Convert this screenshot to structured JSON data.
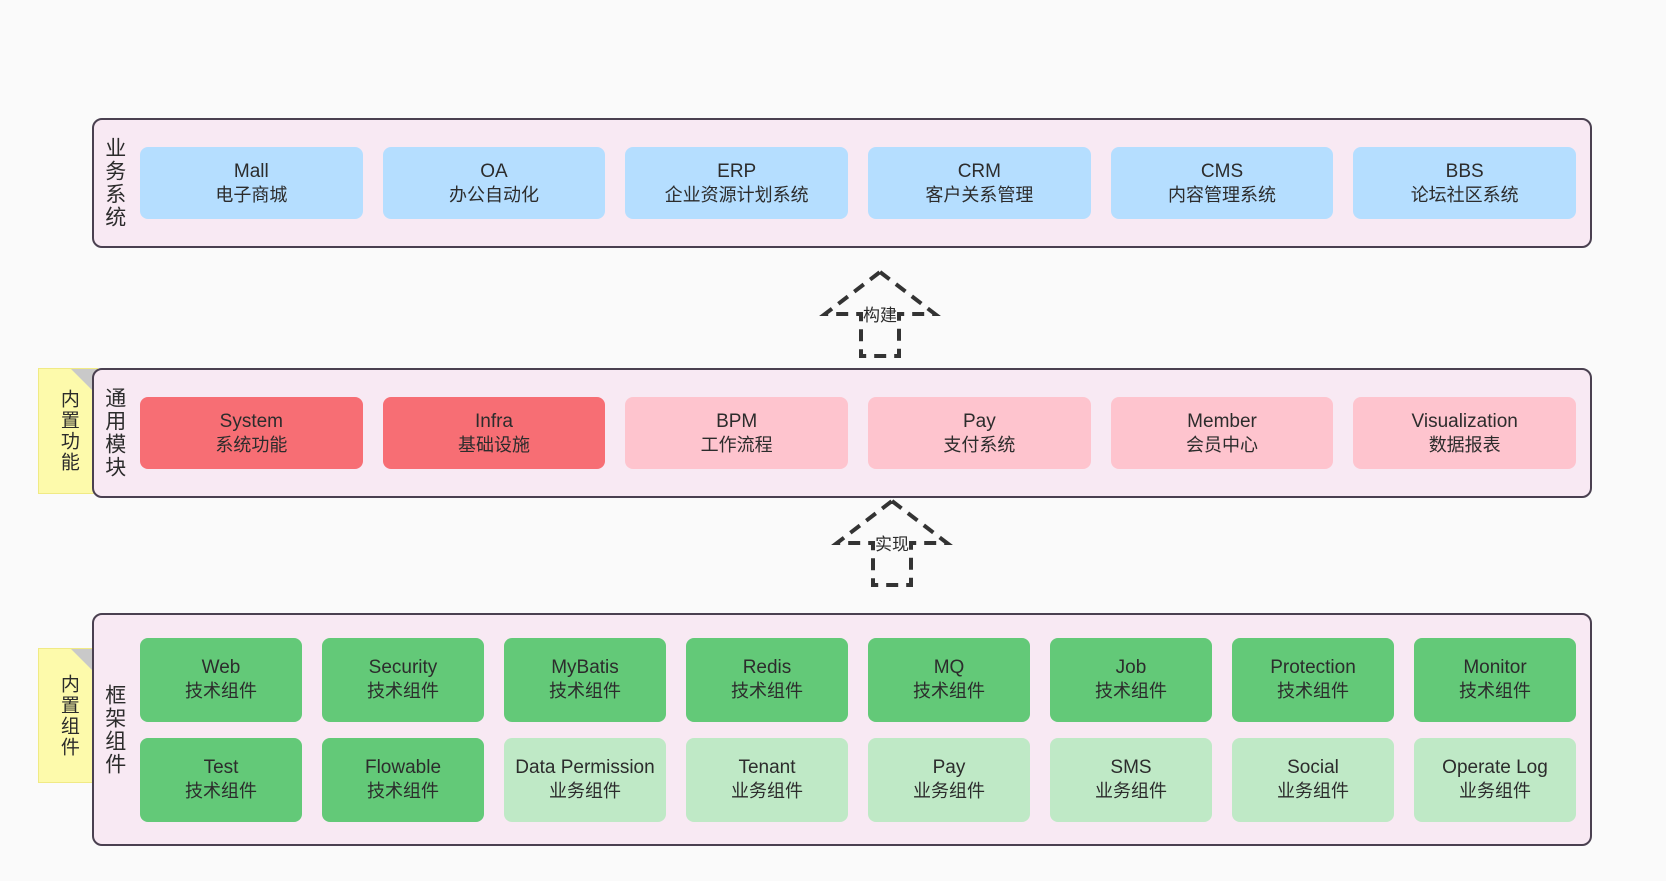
{
  "diagram": {
    "background_color": "#fafafa",
    "layer_fill": "#f8e9f3",
    "layer_border": "#4a4050",
    "sticky_color": "#fdfaab"
  },
  "layers": [
    {
      "id": "business",
      "label": "业务系统",
      "rows": [
        {
          "cards": [
            {
              "title": "Mall",
              "subtitle": "电子商城",
              "color": "#b5deff",
              "style": "blue"
            },
            {
              "title": "OA",
              "subtitle": "办公自动化",
              "color": "#b5deff",
              "style": "blue"
            },
            {
              "title": "ERP",
              "subtitle": "企业资源计划系统",
              "color": "#b5deff",
              "style": "blue"
            },
            {
              "title": "CRM",
              "subtitle": "客户关系管理",
              "color": "#b5deff",
              "style": "blue"
            },
            {
              "title": "CMS",
              "subtitle": "内容管理系统",
              "color": "#b5deff",
              "style": "blue"
            },
            {
              "title": "BBS",
              "subtitle": "论坛社区系统",
              "color": "#b5deff",
              "style": "blue"
            }
          ]
        }
      ]
    },
    {
      "id": "modules",
      "label": "通用模块",
      "sticky": "内置功能",
      "rows": [
        {
          "cards": [
            {
              "title": "System",
              "subtitle": "系统功能",
              "color": "#f76e74",
              "style": "red"
            },
            {
              "title": "Infra",
              "subtitle": "基础设施",
              "color": "#f76e74",
              "style": "red"
            },
            {
              "title": "BPM",
              "subtitle": "工作流程",
              "color": "#fec4ce",
              "style": "pink"
            },
            {
              "title": "Pay",
              "subtitle": "支付系统",
              "color": "#fec4ce",
              "style": "pink"
            },
            {
              "title": "Member",
              "subtitle": "会员中心",
              "color": "#fec4ce",
              "style": "pink"
            },
            {
              "title": "Visualization",
              "subtitle": "数据报表",
              "color": "#fec4ce",
              "style": "pink"
            }
          ]
        }
      ]
    },
    {
      "id": "framework",
      "label": "框架组件",
      "sticky": "内置组件",
      "rows": [
        {
          "cards": [
            {
              "title": "Web",
              "subtitle": "技术组件",
              "color": "#63c978",
              "style": "green"
            },
            {
              "title": "Security",
              "subtitle": "技术组件",
              "color": "#63c978",
              "style": "green"
            },
            {
              "title": "MyBatis",
              "subtitle": "技术组件",
              "color": "#63c978",
              "style": "green"
            },
            {
              "title": "Redis",
              "subtitle": "技术组件",
              "color": "#63c978",
              "style": "green"
            },
            {
              "title": "MQ",
              "subtitle": "技术组件",
              "color": "#63c978",
              "style": "green"
            },
            {
              "title": "Job",
              "subtitle": "技术组件",
              "color": "#63c978",
              "style": "green"
            },
            {
              "title": "Protection",
              "subtitle": "技术组件",
              "color": "#63c978",
              "style": "green"
            },
            {
              "title": "Monitor",
              "subtitle": "技术组件",
              "color": "#63c978",
              "style": "green"
            }
          ]
        },
        {
          "cards": [
            {
              "title": "Test",
              "subtitle": "技术组件",
              "color": "#63c978",
              "style": "green"
            },
            {
              "title": "Flowable",
              "subtitle": "技术组件",
              "color": "#63c978",
              "style": "green"
            },
            {
              "title": "Data Permission",
              "subtitle": "业务组件",
              "color": "#bfe9c6",
              "style": "lgreen"
            },
            {
              "title": "Tenant",
              "subtitle": "业务组件",
              "color": "#bfe9c6",
              "style": "lgreen"
            },
            {
              "title": "Pay",
              "subtitle": "业务组件",
              "color": "#bfe9c6",
              "style": "lgreen"
            },
            {
              "title": "SMS",
              "subtitle": "业务组件",
              "color": "#bfe9c6",
              "style": "lgreen"
            },
            {
              "title": "Social",
              "subtitle": "业务组件",
              "color": "#bfe9c6",
              "style": "lgreen"
            },
            {
              "title": "Operate Log",
              "subtitle": "业务组件",
              "color": "#bfe9c6",
              "style": "lgreen"
            }
          ]
        }
      ]
    }
  ],
  "connectors": [
    {
      "id": "build",
      "label": "构建",
      "from": "modules",
      "to": "business",
      "style": "dashed-hollow-arrow-up"
    },
    {
      "id": "implement",
      "label": "实现",
      "from": "framework",
      "to": "modules",
      "style": "dashed-hollow-arrow-up"
    }
  ]
}
